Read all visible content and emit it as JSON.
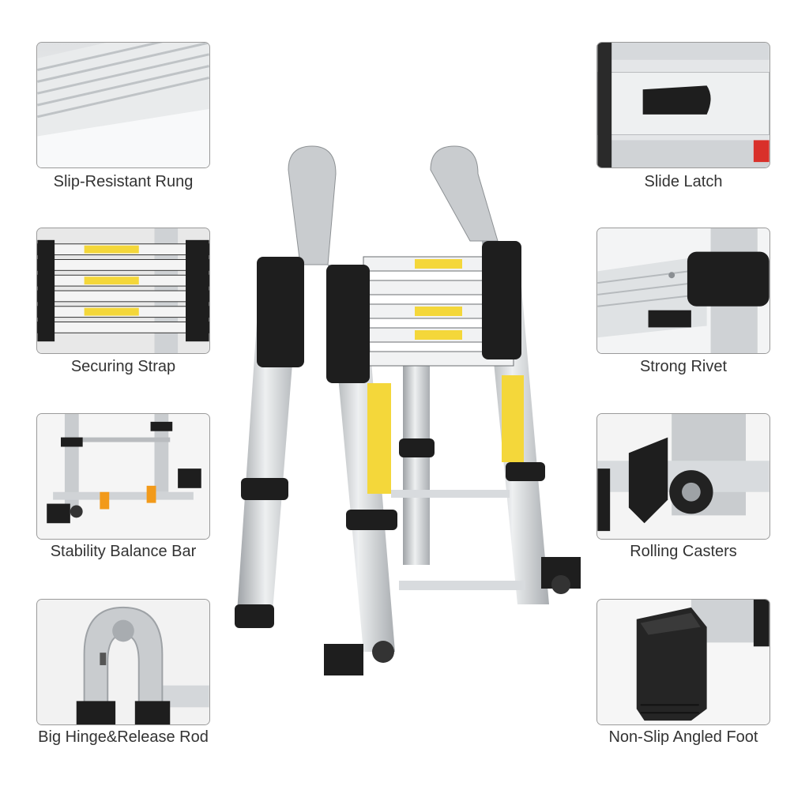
{
  "features_left": [
    {
      "label": "Slip-Resistant Rung",
      "icon": "slip-resistant-rung-photo"
    },
    {
      "label": "Securing Strap",
      "icon": "securing-strap-photo"
    },
    {
      "label": "Stability Balance Bar",
      "icon": "stability-balance-bar-photo"
    },
    {
      "label": "Big Hinge&Release Rod",
      "icon": "big-hinge-release-rod-photo"
    }
  ],
  "features_right": [
    {
      "label": "Slide Latch",
      "icon": "slide-latch-photo"
    },
    {
      "label": "Strong Rivet",
      "icon": "strong-rivet-photo"
    },
    {
      "label": "Rolling Casters",
      "icon": "rolling-casters-photo"
    },
    {
      "label": "Non-Slip Angled Foot",
      "icon": "non-slip-angled-foot-photo"
    }
  ],
  "product": {
    "icon": "telescoping-a-frame-ladder-photo"
  },
  "colors": {
    "aluminum": "#c9cccf",
    "rubber": "#1e1e1e",
    "label_yellow": "#f4d73a",
    "label_red": "#d9302a",
    "accent_orange": "#f29a1a"
  }
}
